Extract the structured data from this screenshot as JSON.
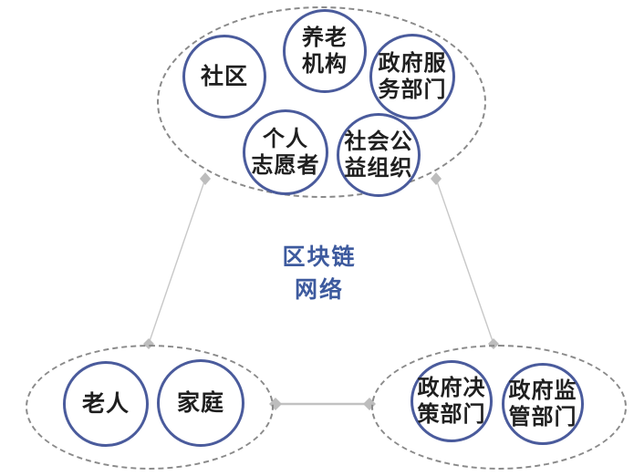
{
  "diagram": {
    "center_label": "区块链\n网络",
    "colors": {
      "circle_border": "#4a5b9c",
      "ellipse_dash": "#8a8a8a",
      "connector": "#c6c6c6",
      "center_text": "#3d5a9e",
      "node_text": "#1f1f1f"
    },
    "groups": {
      "top": {
        "nodes": [
          {
            "label": "社区"
          },
          {
            "label": "养老\n机构"
          },
          {
            "label": "政府服\n务部门"
          },
          {
            "label": "个人\n志愿者"
          },
          {
            "label": "社会公\n益组织"
          }
        ]
      },
      "bottom_left": {
        "nodes": [
          {
            "label": "老人"
          },
          {
            "label": "家庭"
          }
        ]
      },
      "bottom_right": {
        "nodes": [
          {
            "label": "政府决\n策部门"
          },
          {
            "label": "政府监\n管部门"
          }
        ]
      }
    },
    "connections": [
      {
        "from": "top-group",
        "to": "bottom-left-group"
      },
      {
        "from": "top-group",
        "to": "bottom-right-group"
      },
      {
        "from": "bottom-left-group",
        "to": "bottom-right-group"
      }
    ]
  }
}
